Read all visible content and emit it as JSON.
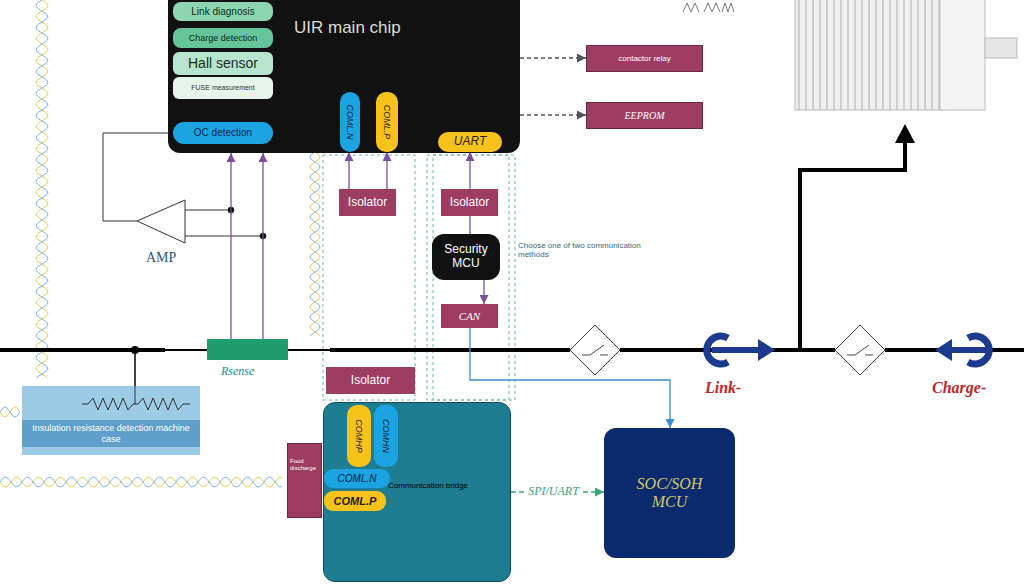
{
  "diagram": {
    "nodes": [
      {
        "text": [
          "UIR main chip"
        ]
      },
      {
        "text": [
          "Link diagnosis"
        ],
        "in": 0
      },
      {
        "text": [
          "Charge detection"
        ],
        "in": 0
      },
      {
        "text": [
          "Hall sensor"
        ],
        "in": 0
      },
      {
        "text": [
          "FUSE measurement"
        ],
        "in": 0
      },
      {
        "text": [
          "OC detection"
        ],
        "in": 0
      },
      {
        "text": [
          "COML.N"
        ],
        "in": 0
      },
      {
        "text": [
          "COML.P"
        ],
        "in": 0
      },
      {
        "text": [
          "UART"
        ],
        "in": 0
      },
      {
        "text": [
          "contactor relay"
        ]
      },
      {
        "text": [
          "EEPROM"
        ]
      },
      {
        "text": [
          "Isolator"
        ]
      },
      {
        "text": [
          "Isolator"
        ]
      },
      {
        "text": [
          "Security MCU"
        ]
      },
      {
        "text": [
          "CAN"
        ]
      },
      {
        "text": [
          "Isolator"
        ]
      },
      {
        "text": [
          "Communication bridge"
        ]
      },
      {
        "text": [
          "COMHP"
        ],
        "in": 16
      },
      {
        "text": [
          "COMHN"
        ],
        "in": 16
      },
      {
        "text": [
          "COML.N"
        ],
        "in": 16
      },
      {
        "text": [
          "COML.P"
        ],
        "in": 16
      },
      {
        "text": [
          "Food discharge"
        ]
      },
      {
        "text": [
          "SOC/SOH MCU"
        ]
      },
      {
        "text": [
          "Insulation resistance detection machine case"
        ]
      },
      {
        "text": [
          "Rsense"
        ]
      }
    ],
    "edges": [
      {
        "from": 24,
        "to": 0,
        "arrow": "to"
      },
      {
        "from": 24,
        "to": 0,
        "arrow": "to"
      },
      {
        "from": 11,
        "to": 6,
        "arrow": "to"
      },
      {
        "from": 11,
        "to": 7,
        "arrow": "to"
      },
      {
        "from": 12,
        "to": 8,
        "arrow": "to"
      },
      {
        "from": 12,
        "to": 13,
        "arrow": "none"
      },
      {
        "from": 13,
        "to": 14,
        "arrow": "to"
      },
      {
        "from": 14,
        "to": 22,
        "arrow": "to"
      },
      {
        "from": 16,
        "to": 22,
        "label": "SPI/UART",
        "arrow": "to"
      },
      {
        "from": 0,
        "to": 9,
        "arrow": "to"
      },
      {
        "from": 0,
        "to": 10,
        "arrow": "to"
      }
    ],
    "labels": [
      "AMP",
      "Choose one of two communication methods",
      "Link-",
      "Charge-"
    ]
  }
}
